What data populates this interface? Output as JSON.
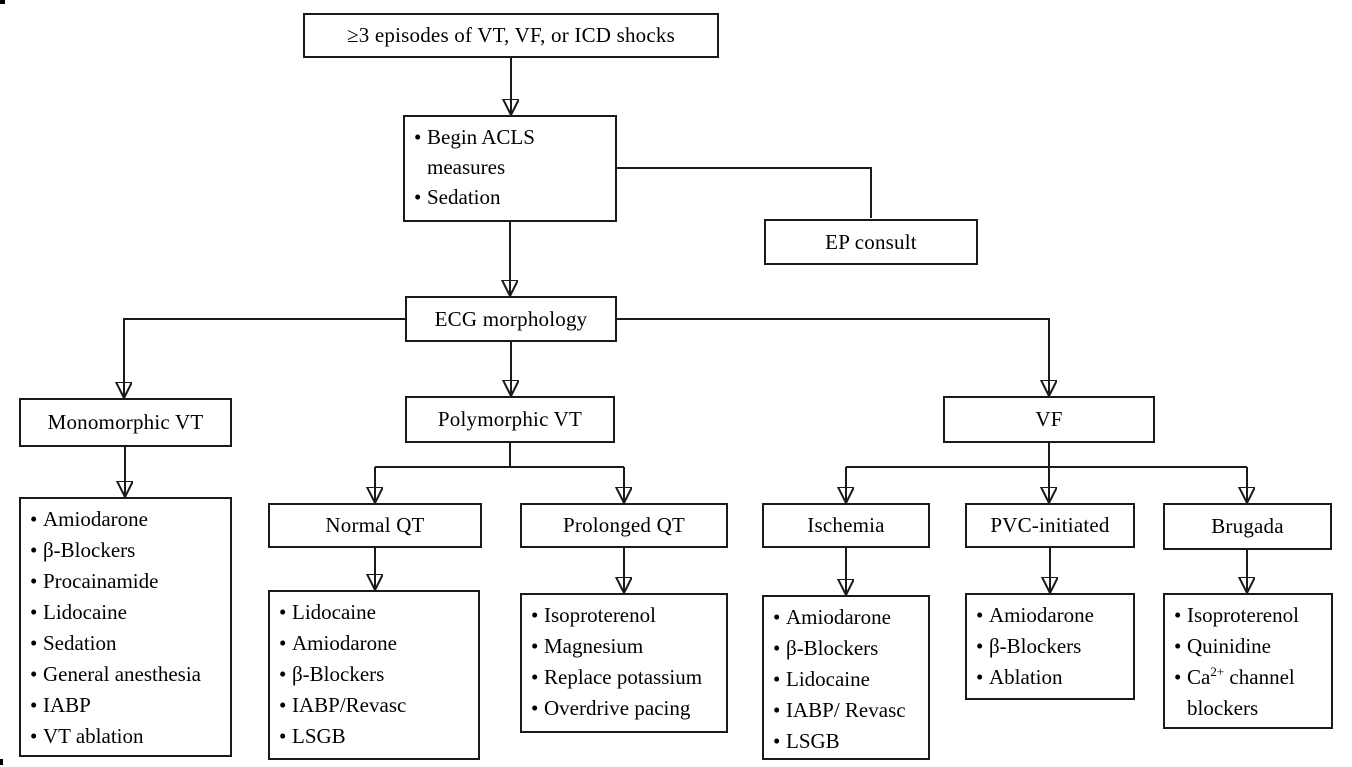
{
  "nodes": {
    "start": {
      "label": "≥3 episodes of VT, VF, or ICD shocks"
    },
    "acls": {
      "items": [
        "Begin ACLS measures",
        "Sedation"
      ]
    },
    "ep_consult": {
      "label": "EP consult"
    },
    "ecg": {
      "label": "ECG morphology"
    },
    "monomorphic_vt": {
      "label": "Monomorphic VT"
    },
    "polymorphic_vt": {
      "label": "Polymorphic VT"
    },
    "vf": {
      "label": "VF"
    },
    "normal_qt": {
      "label": "Normal QT"
    },
    "prolonged_qt": {
      "label": "Prolonged QT"
    },
    "ischemia": {
      "label": "Ischemia"
    },
    "pvc_initiated": {
      "label": "PVC-initiated"
    },
    "brugada": {
      "label": "Brugada"
    },
    "monomorphic_treatments": {
      "items": [
        "Amiodarone",
        "β-Blockers",
        "Procainamide",
        "Lidocaine",
        "Sedation",
        "General anesthesia",
        "IABP",
        "VT ablation"
      ]
    },
    "normal_qt_treatments": {
      "items": [
        "Lidocaine",
        "Amiodarone",
        "β-Blockers",
        "IABP/Revasc",
        "LSGB"
      ]
    },
    "prolonged_qt_treatments": {
      "items": [
        "Isoproterenol",
        "Magnesium",
        "Replace potassium",
        "Overdrive pacing"
      ]
    },
    "ischemia_treatments": {
      "items": [
        "Amiodarone",
        "β-Blockers",
        "Lidocaine",
        "IABP/ Revasc",
        "LSGB"
      ]
    },
    "pvc_treatments": {
      "items": [
        "Amiodarone",
        "β-Blockers",
        "Ablation"
      ]
    },
    "brugada_treatments": {
      "items": [
        "Isoproterenol",
        "Quinidine"
      ],
      "ca_item": {
        "pre": "Ca",
        "sup": "2+",
        "post": " channel blockers"
      }
    }
  },
  "colors": {
    "line": "#1a1a1a",
    "text": "#000000",
    "background": "#ffffff"
  }
}
